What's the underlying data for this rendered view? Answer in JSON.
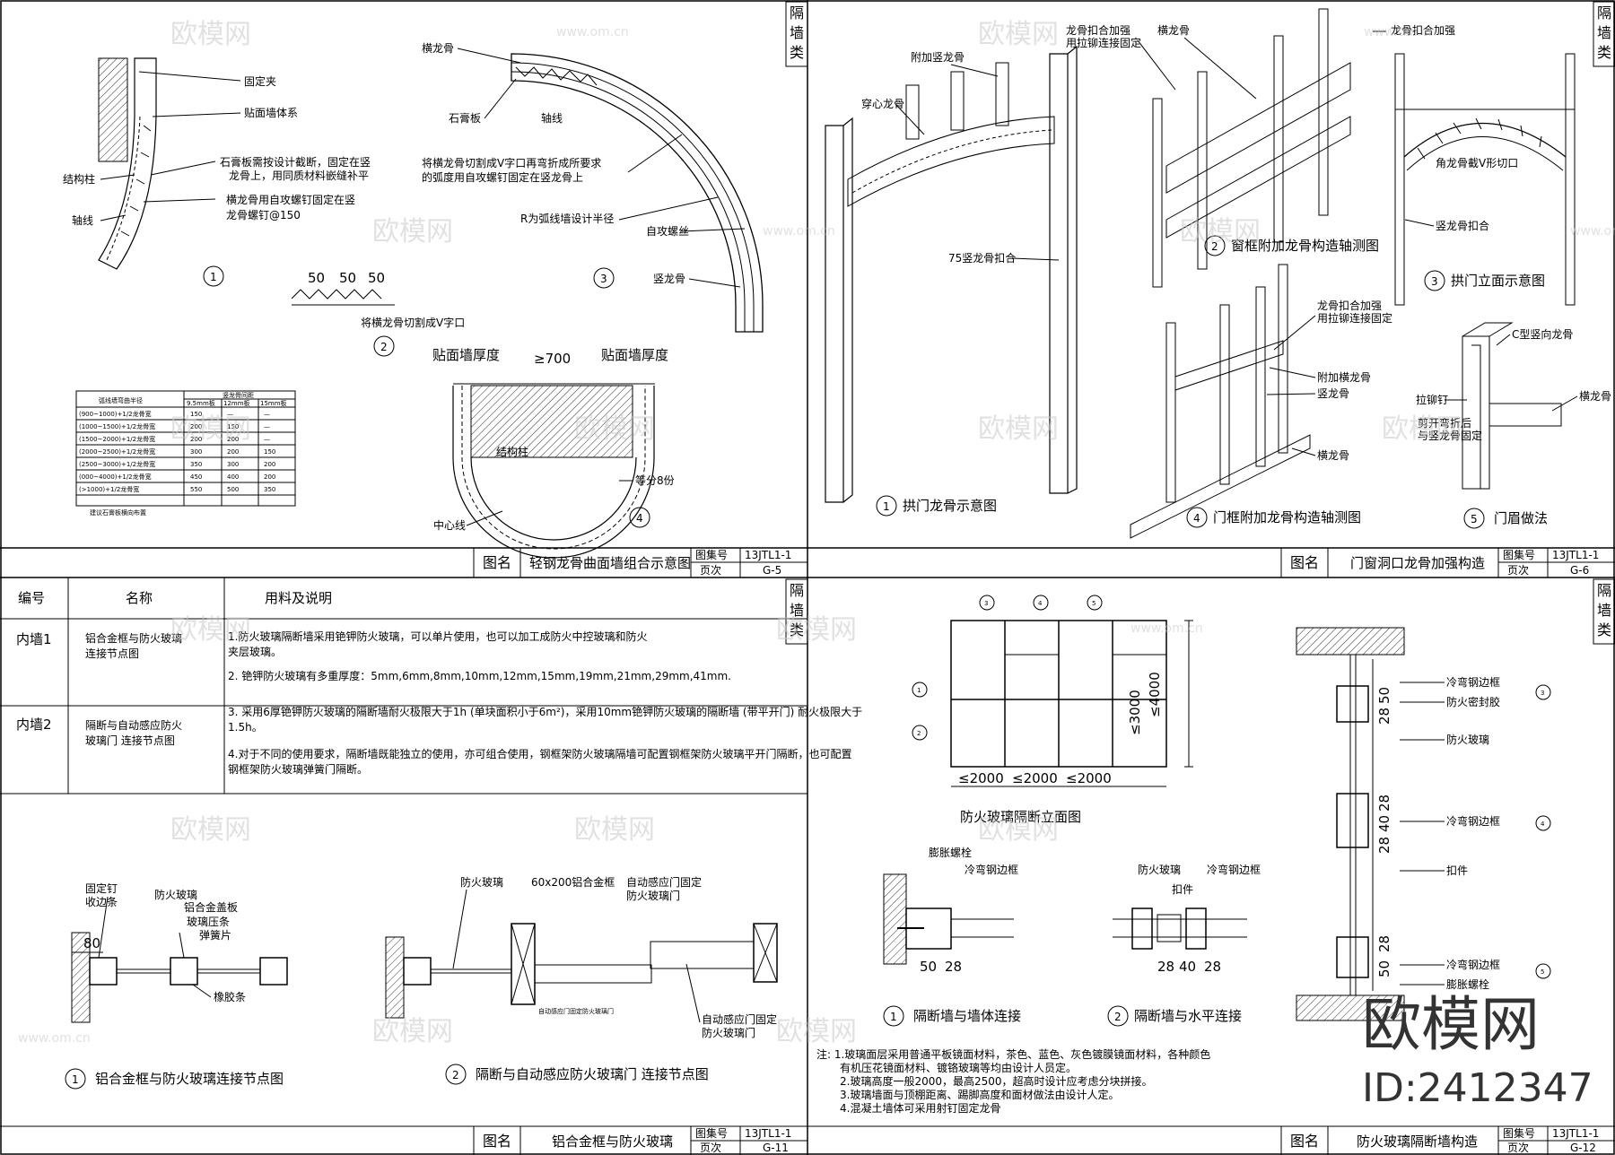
{
  "watermark": {
    "brand": "欧模网",
    "site": "www.om.cn",
    "big": "欧模网",
    "id": "ID:2412347"
  },
  "side_tag": [
    "隔",
    "墙",
    "类"
  ],
  "sheets": [
    {
      "title_label": "图名",
      "title": "轻钢龙骨曲面墙组合示意图",
      "set_label": "图集号",
      "set": "13JTL1-1",
      "page_label": "页次",
      "page": "G-5"
    },
    {
      "title_label": "图名",
      "title": "门窗洞口龙骨加强构造",
      "set_label": "图集号",
      "set": "13JTL1-1",
      "page_label": "页次",
      "page": "G-6"
    },
    {
      "title_label": "图名",
      "title": "铝合金框与防火玻璃",
      "set_label": "图集号",
      "set": "13JTL1-1",
      "page_label": "页次",
      "page": "G-11"
    },
    {
      "title_label": "图名",
      "title": "防火玻璃隔断墙构造",
      "set_label": "图集号",
      "set": "13JTL1-1",
      "page_label": "页次",
      "page": "G-12"
    }
  ],
  "q1": {
    "labels": {
      "fix_clip": "固定夹",
      "facing_system": "贴面墙体系",
      "struct_col": "结构柱",
      "axis": "轴线",
      "gypsum_note1": "石膏板需按设计截断，固定在竖",
      "gypsum_note2": "龙骨上，用同质材料嵌缝补平",
      "track_note1": "横龙骨用自攻螺钉固定在竖",
      "track_note2": "龙骨螺钉@150",
      "dims": [
        "50",
        "50",
        "50"
      ],
      "vcut": "将横龙骨切割成V字口",
      "track": "横龙骨",
      "gypsum": "石膏板",
      "axis2": "轴线",
      "bend_note1": "将横龙骨切割成V字口再弯折成所要求",
      "bend_note2": "的弧度用自攻螺钉固定在竖龙骨上",
      "radius": "R为弧线墙设计半径",
      "screw": "自攻螺丝",
      "stud": "竖龙骨",
      "thick_l": "贴面墙厚度",
      "min": "≥700",
      "thick_r": "贴面墙厚度",
      "struct_col2": "结构柱",
      "equal8": "等分8份",
      "center": "中心线",
      "n1": "1",
      "n2": "2",
      "n3": "3",
      "n4": "4"
    },
    "table": {
      "h1": "弧线墙弯曲半径",
      "h2": "竖龙骨间距",
      "sub": [
        "9.5mm板",
        "12mm板",
        "15mm板"
      ],
      "rows": [
        [
          "(900~1000)+1/2龙骨宽",
          "150",
          "—",
          "—"
        ],
        [
          "(1000~1500)+1/2龙骨宽",
          "200",
          "150",
          "—"
        ],
        [
          "(1500~2000)+1/2龙骨宽",
          "200",
          "200",
          "—"
        ],
        [
          "(2000~2500)+1/2龙骨宽",
          "300",
          "200",
          "150"
        ],
        [
          "(2500~3000)+1/2龙骨宽",
          "350",
          "300",
          "200"
        ],
        [
          "(000~4000)+1/2龙骨宽",
          "450",
          "400",
          "200"
        ],
        [
          "(>1000)+1/2龙骨宽",
          "550",
          "500",
          "350"
        ]
      ],
      "foot": "建议石膏板横向布置"
    }
  },
  "q2": {
    "labels": {
      "extra_stud": "附加竖龙骨",
      "through": "穿心龙骨",
      "stud75": "75竖龙骨扣合",
      "reinforce1": "龙骨扣合加强",
      "reinforce2": "用拉铆连接固定",
      "track": "横龙骨",
      "reinforce3": "龙骨扣合加强",
      "corner": "角龙骨截V形切口",
      "stud_clip": "竖龙骨扣合",
      "r4a": "龙骨扣合加强",
      "r4b": "用拉铆连接固定",
      "extra_track": "附加横龙骨",
      "stud": "竖龙骨",
      "track2": "横龙骨",
      "c_stud": "C型竖向龙骨",
      "rivet": "拉铆钉",
      "track3": "横龙骨",
      "cut1": "剪开弯折后",
      "cut2": "与竖龙骨固定"
    },
    "captions": [
      {
        "n": "1",
        "text": "拱门龙骨示意图"
      },
      {
        "n": "2",
        "text": "窗框附加龙骨构造轴测图"
      },
      {
        "n": "3",
        "text": "拱门立面示意图"
      },
      {
        "n": "4",
        "text": "门框附加龙骨构造轴测图"
      },
      {
        "n": "5",
        "text": "门眉做法"
      }
    ]
  },
  "q3": {
    "head": [
      "编号",
      "名称",
      "用料及说明"
    ],
    "rows": [
      {
        "code": "内墙1",
        "name1": "铝合金框与防火玻璃",
        "name2": "连接节点图"
      },
      {
        "code": "内墙2",
        "name1": "隔断与自动感应防火",
        "name2": "玻璃门 连接节点图"
      }
    ],
    "notes": [
      "1.防火玻璃隔断墙采用铯钾防火玻璃，可以单片使用，也可以加工成防火中控玻璃和防火",
      "夹层玻璃。",
      "2. 铯钾防火玻璃有多重厚度：5mm,6mm,8mm,10mm,12mm,15mm,19mm,21mm,29mm,41mm.",
      "3. 采用6厚铯钾防火玻璃的隔断墙耐火极限大于1h (单块面积小于6m²)，采用10mm铯钾防火玻璃的隔断墙 (带平开门) 耐火极限大于",
      "1.5h。",
      "4.对于不同的使用要求，隔断墙既能独立的使用，亦可组合使用，钢框架防火玻璃隔墙可配置钢框架防火玻璃平开门隔断，也可配置",
      "钢框架防火玻璃弹簧门隔断。"
    ],
    "labels": {
      "nail": "固定钉",
      "trim": "收边条",
      "glass": "防火玻璃",
      "cover": "铝合金盖板",
      "bead": "玻璃压条",
      "spring": "弹簧片",
      "rubber": "橡胶条",
      "dim80": "80",
      "glass2": "防火玻璃",
      "frame": "60x200铝合金框",
      "door1": "自动感应门固定",
      "door2": "防火玻璃门",
      "door3": "自动感应门固定",
      "door4": "防火玻璃门",
      "small": "自动感应门固定防火玻璃门"
    },
    "captions": [
      {
        "n": "1",
        "text": "铝合金框与防火玻璃连接节点图"
      },
      {
        "n": "2",
        "text": "隔断与自动感应防火玻璃门 连接节点图"
      }
    ]
  },
  "q4": {
    "labels": {
      "c3": "3",
      "c4": "4",
      "c5": "5",
      "c1": "1",
      "c2": "2",
      "h3000": "≤3000",
      "h4000": "≤4000",
      "w": [
        "≤2000",
        "≤2000",
        "≤2000"
      ],
      "elev": "防火玻璃隔断立面图",
      "bolt": "膨胀螺栓",
      "steel": "冷弯钢边框",
      "glass": "防火玻璃",
      "clip": "扣件",
      "steel2": "冷弯钢边框",
      "d1": [
        "50",
        "28"
      ],
      "d2": [
        "28",
        "40",
        "28"
      ],
      "r_steel": "冷弯钢边框",
      "r_seal": "防火密封胶",
      "r_glass": "防火玻璃",
      "r_steel2": "冷弯钢边框",
      "r_clip": "扣件",
      "r_steel3": "冷弯钢边框",
      "r_bolt": "膨胀螺栓",
      "vd": [
        "50",
        "28",
        "28",
        "40",
        "28",
        "28",
        "50"
      ]
    },
    "captions": [
      {
        "n": "1",
        "text": "隔断墙与墙体连接"
      },
      {
        "n": "2",
        "text": "隔断墙与水平连接"
      }
    ],
    "notes": [
      "注: 1.玻璃面层采用普通平板镜面材料，茶色、蓝色、灰色镀膜镜面材料，各种颜色",
      "有机压花镜面材料、镀铬玻璃等均由设计人员定。",
      "2.玻璃高度一般2000，最高2500，超高时设计应考虑分块拼接。",
      "3.玻璃墙面与顶棚距离、踢脚高度和面材做法由设计人定。",
      "4.混凝土墙体可采用射钉固定龙骨"
    ]
  }
}
